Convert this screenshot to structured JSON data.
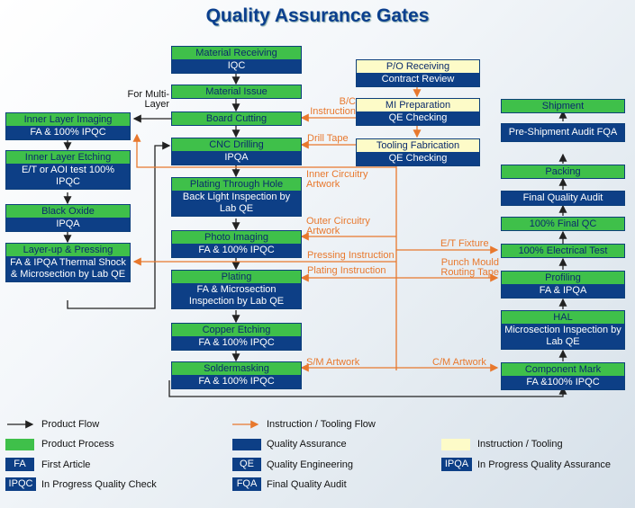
{
  "title": "Quality Assurance Gates",
  "nodes": {
    "material_receiving": {
      "h": "Material Receiving",
      "b": "IQC"
    },
    "material_issue": {
      "h": "Material Issue"
    },
    "board_cutting": {
      "h": "Board Cutting"
    },
    "cnc_drilling": {
      "h": "CNC Drilling",
      "b": "IPQA"
    },
    "plating_through_hole": {
      "h": "Plating Through Hole",
      "b": "Back Light Inspection by Lab QE"
    },
    "photo_imaging": {
      "h": "Photo Imaging",
      "b": "FA & 100% IPQC"
    },
    "plating": {
      "h": "Plating",
      "b": "FA & Microsection Inspection by Lab QE"
    },
    "copper_etching": {
      "h": "Copper Etching",
      "b": "FA & 100% IPQC"
    },
    "soldermasking": {
      "h": "Soldermasking",
      "b": "FA & 100% IPQC"
    },
    "inner_layer_imaging": {
      "h": "Inner Layer Imaging",
      "b": "FA & 100% IPQC"
    },
    "inner_layer_etching": {
      "h": "Inner Layer Etching",
      "b": "E/T or AOI test 100% IPQC"
    },
    "black_oxide": {
      "h": "Black Oxide",
      "b": "IPQA"
    },
    "layer_up": {
      "h": "Layer-up & Pressing",
      "b": "FA & IPQA Thermal Shock & Microsection by Lab QE"
    },
    "po_receiving": {
      "h": "P/O Receiving",
      "b": "Contract Review"
    },
    "mi_preparation": {
      "h": "MI Preparation",
      "b": "QE Checking"
    },
    "tooling_fabrication": {
      "h": "Tooling Fabrication",
      "b": "QE Checking"
    },
    "shipment": {
      "h": "Shipment"
    },
    "pre_shipment": {
      "h": "Pre-Shipment Audit FQA"
    },
    "packing": {
      "h": "Packing"
    },
    "final_quality_audit": {
      "h": "Final Quality Audit"
    },
    "final_qc": {
      "h": "100% Final QC"
    },
    "electrical_test": {
      "h": "100% Electrical Test"
    },
    "profiling": {
      "h": "Profiling",
      "b": "FA & IPQA"
    },
    "hal": {
      "h": "HAL",
      "b": "Microsection Inspection by Lab QE"
    },
    "component_mark": {
      "h": "Component Mark",
      "b": "FA &100% IPQC"
    }
  },
  "labels": {
    "for_multi_layer": "For Multi-Layer",
    "bc_instruction": "B/C Instruction",
    "drill_tape": "Drill Tape",
    "inner_circuitry": "Inner Circuitry Artwork",
    "outer_circuitry": "Outer Circuitry Artwork",
    "pressing_instruction": "Pressing Instruction",
    "plating_instruction": "Plating Instruction",
    "et_fixture": "E/T Fixture",
    "punch_mould": "Punch Mould Routing Tape",
    "sm_artwork": "S/M Artwork",
    "cm_artwork": "C/M Artwork"
  },
  "legend": {
    "product_flow": "Product Flow",
    "instruction_flow": "Instruction / Tooling Flow",
    "product_process": "Product Process",
    "quality_assurance": "Quality Assurance",
    "instruction_tooling": "Instruction / Tooling",
    "fa_abbr": "FA",
    "fa": "First Article",
    "qe_abbr": "QE",
    "qe": "Quality Engineering",
    "ipqa_abbr": "IPQA",
    "ipqa": "In Progress Quality Assurance",
    "ipqc_abbr": "IPQC",
    "ipqc": "In Progress Quality Check",
    "fqa_abbr": "FQA",
    "fqa": "Final Quality Audit"
  },
  "colors": {
    "process": "#3fc04a",
    "quality": "#0d3f86",
    "instruction": "#fdfbc8",
    "orange": "#e8782d"
  }
}
